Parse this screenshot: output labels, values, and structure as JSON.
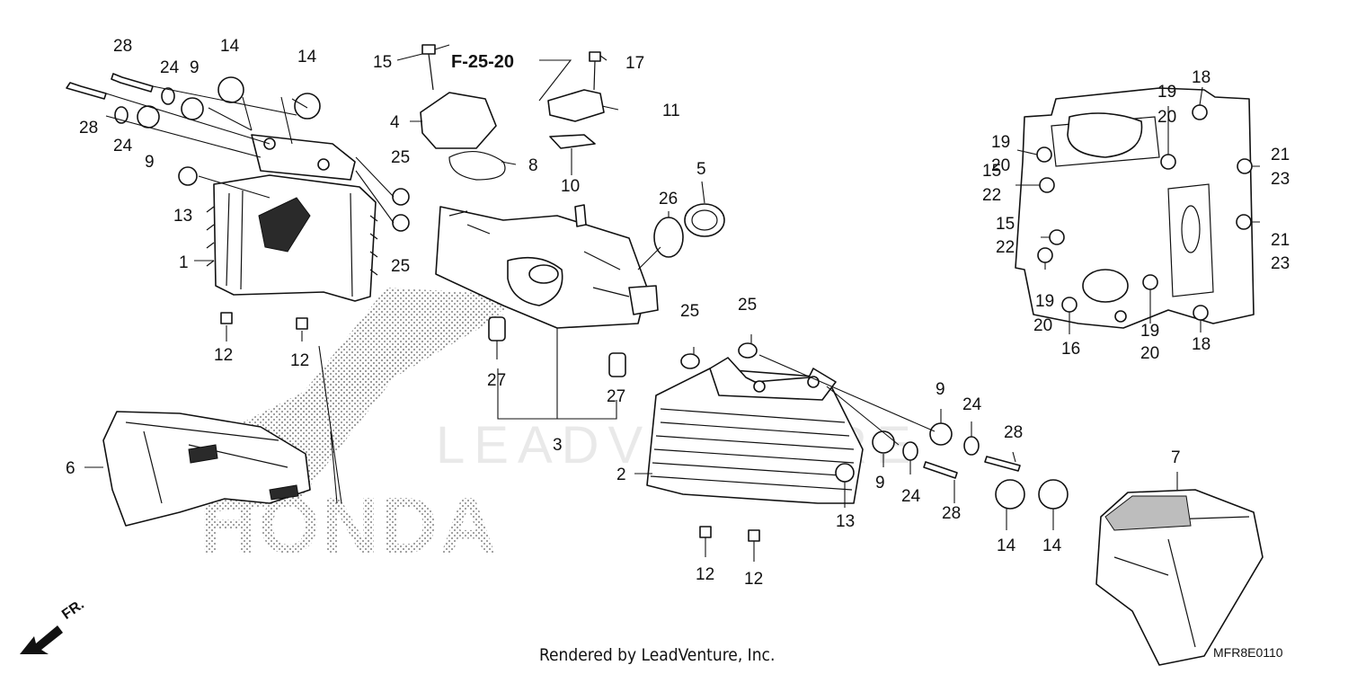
{
  "watermark": {
    "brand": "HONDA",
    "dealer": "LEADVENTURE"
  },
  "reference": "F-25-20",
  "direction_label": "FR.",
  "footer": {
    "credit": "Rendered by LeadVenture, Inc.",
    "diagram_code": "MFR8E0110"
  },
  "callouts": {
    "c28a": "28",
    "c28b": "28",
    "c24a": "24",
    "c24b": "24",
    "c9a": "9",
    "c9b": "9",
    "c14a": "14",
    "c14b": "14",
    "c15a": "15",
    "c17": "17",
    "c4": "4",
    "c11": "11",
    "c8": "8",
    "c10": "10",
    "c25a": "25",
    "c25b": "25",
    "c13a": "13",
    "c1": "1",
    "c5": "5",
    "c26": "26",
    "c12a": "12",
    "c12b": "12",
    "c27a": "27",
    "c27b": "27",
    "c3": "3",
    "c6": "6",
    "c25c": "25",
    "c25d": "25",
    "c2": "2",
    "c9c": "9",
    "c24c": "24",
    "c28c": "28",
    "c9d": "9",
    "c24d": "24",
    "c28d": "28",
    "c13b": "13",
    "c12c": "12",
    "c12d": "12",
    "c14c": "14",
    "c14d": "14",
    "c7": "7",
    "c18a": "18",
    "c19a": "19",
    "c20a": "20",
    "c19b": "19",
    "c20b": "20",
    "c15b": "15",
    "c22a": "22",
    "c21a": "21",
    "c23a": "23",
    "c15c": "15",
    "c22b": "22",
    "c21b": "21",
    "c23b": "23",
    "c19c": "19",
    "c20c": "20",
    "c16": "16",
    "c19d": "19",
    "c20d": "20",
    "c18b": "18"
  }
}
